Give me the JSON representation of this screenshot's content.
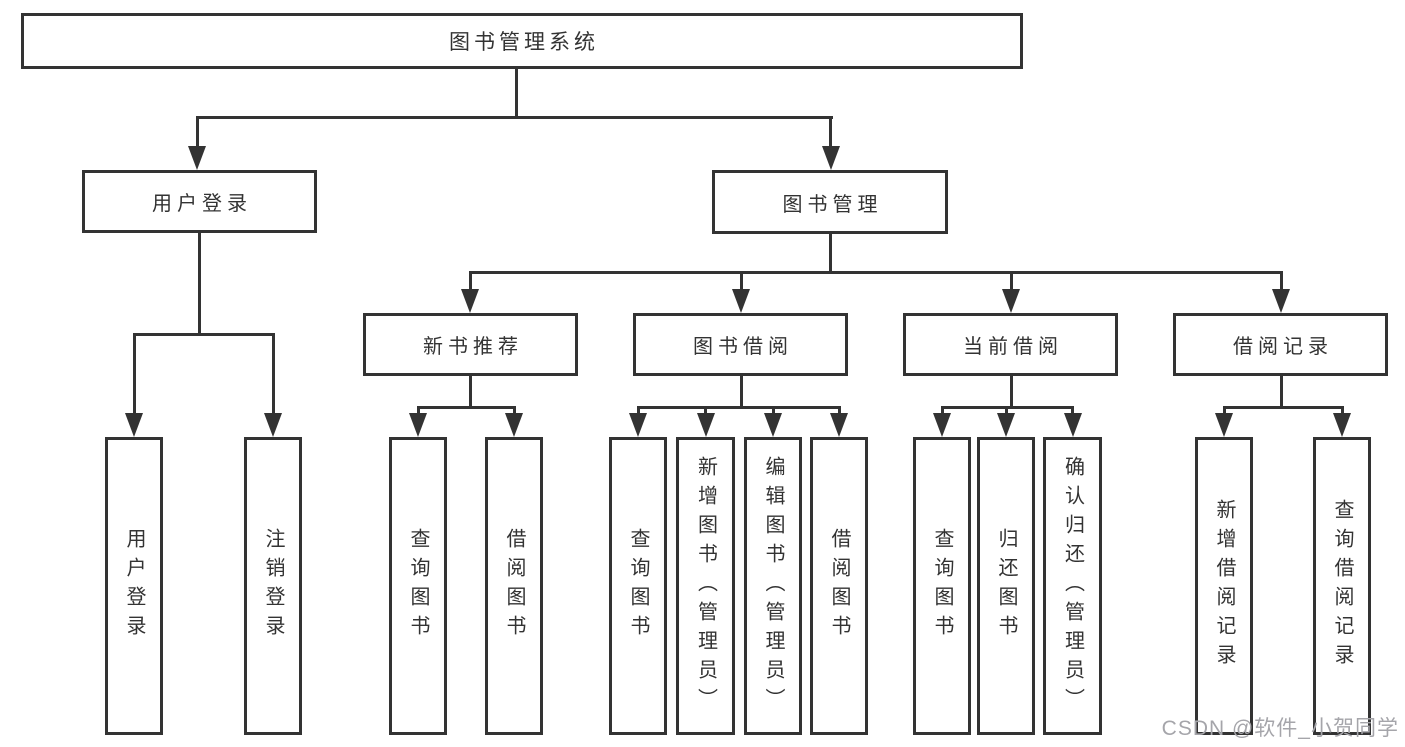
{
  "tree": {
    "root": "图书管理系统",
    "children": [
      {
        "label": "用户登录",
        "children": [
          {
            "label": "用户登录"
          },
          {
            "label": "注销登录"
          }
        ]
      },
      {
        "label": "图书管理",
        "children": [
          {
            "label": "新书推荐",
            "children": [
              {
                "label": "查询图书"
              },
              {
                "label": "借阅图书"
              }
            ]
          },
          {
            "label": "图书借阅",
            "children": [
              {
                "label": "查询图书"
              },
              {
                "label": "新增图书（管理员）"
              },
              {
                "label": "编辑图书（管理员）"
              },
              {
                "label": "借阅图书"
              }
            ]
          },
          {
            "label": "当前借阅",
            "children": [
              {
                "label": "查询图书"
              },
              {
                "label": "归还图书"
              },
              {
                "label": "确认归还（管理员）"
              }
            ]
          },
          {
            "label": "借阅记录",
            "children": [
              {
                "label": "新增借阅记录"
              },
              {
                "label": "查询借阅记录"
              }
            ]
          }
        ]
      }
    ]
  },
  "watermark": "CSDN @软件_小贺同学",
  "colors": {
    "line": "#333333",
    "text": "#333333",
    "box_background": "#ffffff",
    "page_background": "#ffffff",
    "watermark": "#a5a5aa"
  }
}
